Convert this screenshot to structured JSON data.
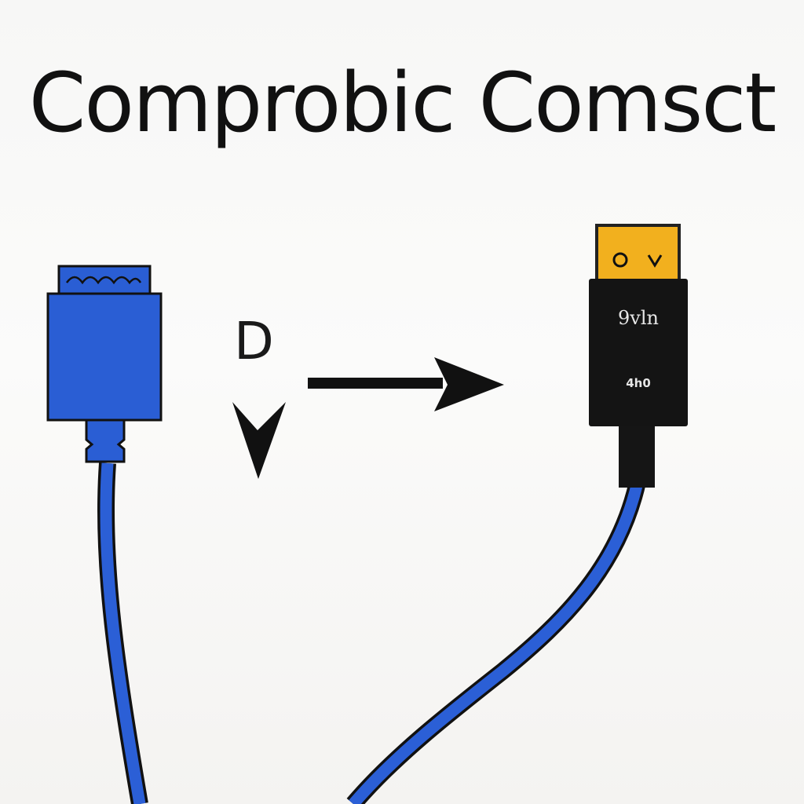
{
  "title": "Comprobic Comsct",
  "diagram": {
    "label_d": "D",
    "right_plug": {
      "label_top": "9vln",
      "label_bottom": "4h0"
    }
  },
  "colors": {
    "cable_blue": "#2b5fd6",
    "connector_blue": "#2a5ed4",
    "plug_black": "#141414",
    "plug_gold": "#f2b01e",
    "arrow": "#111111"
  }
}
